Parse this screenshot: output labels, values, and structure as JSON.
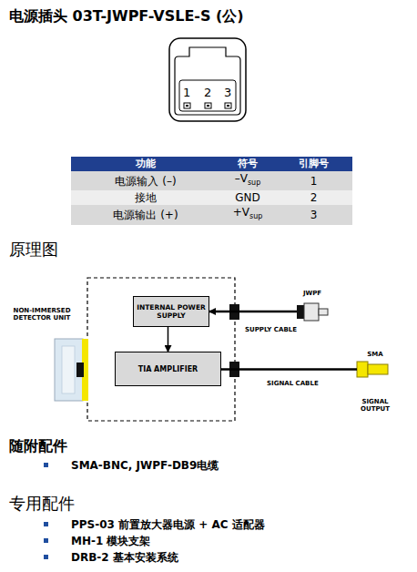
{
  "diagram": {
    "title": "电源插头 03T-JWPF-VSLE-S (公)",
    "nodes": [
      {
        "text": [
          "NON-IMMERSED DETECTOR UNIT"
        ]
      },
      {
        "text": [
          "INTERNAL POWER SUPPLY"
        ]
      },
      {
        "text": [
          "TIA AMPLIFIER"
        ]
      },
      {
        "text": [
          "JWPF"
        ]
      },
      {
        "text": [
          "SMA",
          "SIGNAL OUTPUT"
        ]
      }
    ],
    "edges": [
      {
        "from": 3,
        "to": 1,
        "arrow": "to",
        "label": "SUPPLY CABLE"
      },
      {
        "from": 1,
        "to": 2,
        "arrow": "to"
      },
      {
        "from": 2,
        "to": 4,
        "arrow": "none",
        "label": "SIGNAL CABLE"
      }
    ],
    "labels": [
      "1",
      "2",
      "3",
      "功能",
      "符号",
      "引脚号",
      "电源输入 (–)",
      "–V",
      "sup",
      "1",
      "接地",
      "GND",
      "2",
      "电源输出 (+)",
      "+V",
      "sup",
      "3",
      "原理图",
      "随附配件",
      "SMA-BNC, JWPF-DB9电缆",
      "专用配件",
      "PPS-03 前置放大器电源 + AC 适配器",
      "MH-1 模块支架",
      "DRB-2 基本安装系统"
    ]
  }
}
